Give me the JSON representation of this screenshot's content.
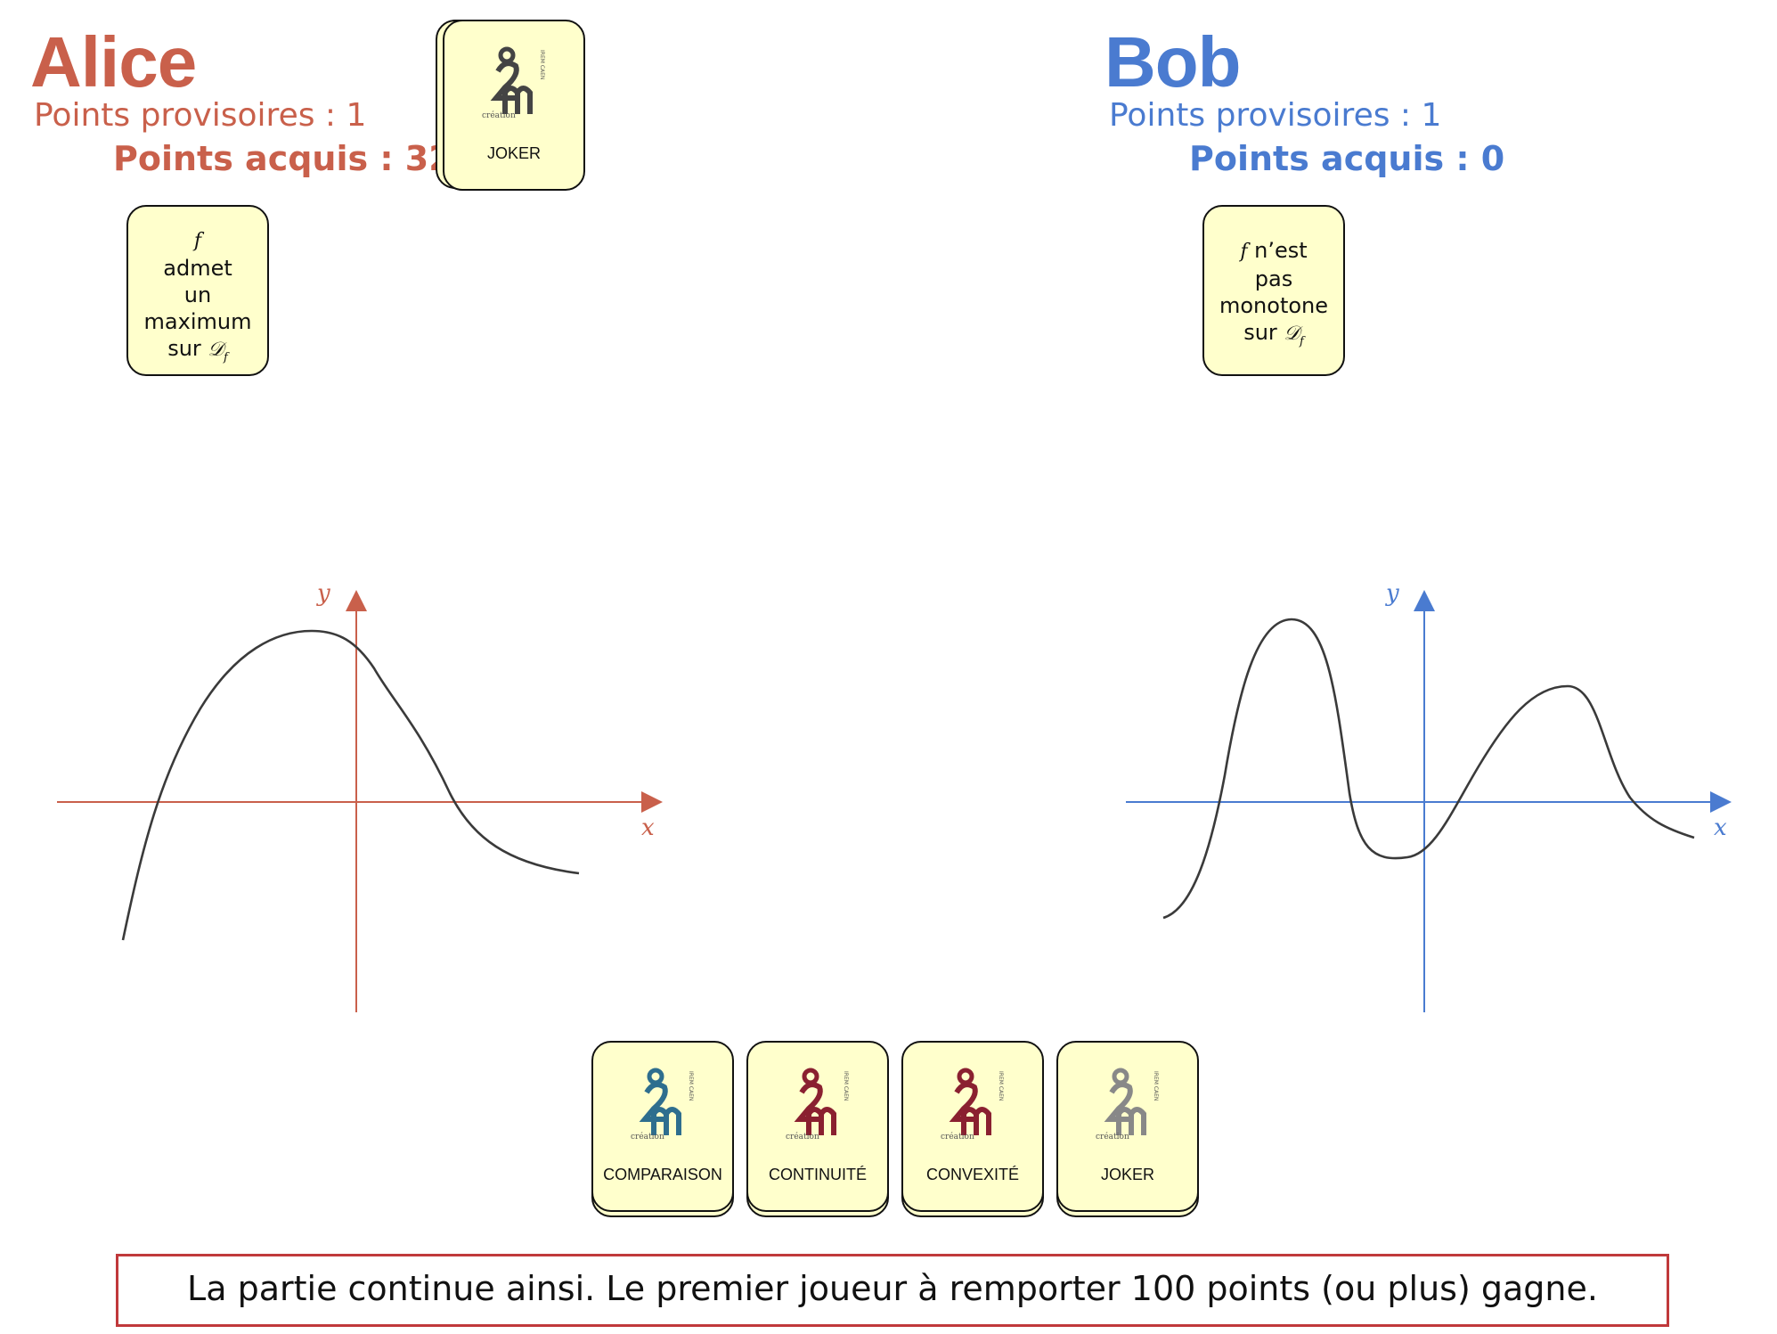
{
  "players": {
    "alice": {
      "name": "Alice",
      "provisional_label": "Points provisoires : 1",
      "acquired_label": "Points acquis : 32",
      "card": {
        "f": "f",
        "lines": [
          "admet",
          "un",
          "maximum"
        ],
        "sur": "sur",
        "domain": "𝒟",
        "sub": "f"
      },
      "axis_x": "x",
      "axis_y": "y",
      "color": "#c9604b"
    },
    "bob": {
      "name": "Bob",
      "provisional_label": "Points provisoires : 1",
      "acquired_label": "Points acquis : 0",
      "card": {
        "f": "f",
        "first_line_rest": " n’est",
        "lines": [
          "pas",
          "monotone"
        ],
        "sur": "sur",
        "domain": "𝒟",
        "sub": "f"
      },
      "axis_x": "x",
      "axis_y": "y",
      "color": "#4a7bd0"
    }
  },
  "joker_card": {
    "label": "JOKER"
  },
  "deck_cards": [
    {
      "label": "COMPARAISON",
      "logo_color": "#2e6e8e"
    },
    {
      "label": "CONTINUITÉ",
      "logo_color": "#8a2030"
    },
    {
      "label": "CONVEXITÉ",
      "logo_color": "#8a2030"
    },
    {
      "label": "JOKER",
      "logo_color": "#888888"
    }
  ],
  "logo_texts": {
    "creation": "création",
    "side": "IREM CAEN"
  },
  "footer": {
    "text": "La partie continue ainsi. Le premier joueur à remporter 100 points (ou plus) gagne."
  },
  "colors": {
    "card_bg": "#ffffcc",
    "curve": "#3a3a3a",
    "footer_border": "#c0393b"
  }
}
